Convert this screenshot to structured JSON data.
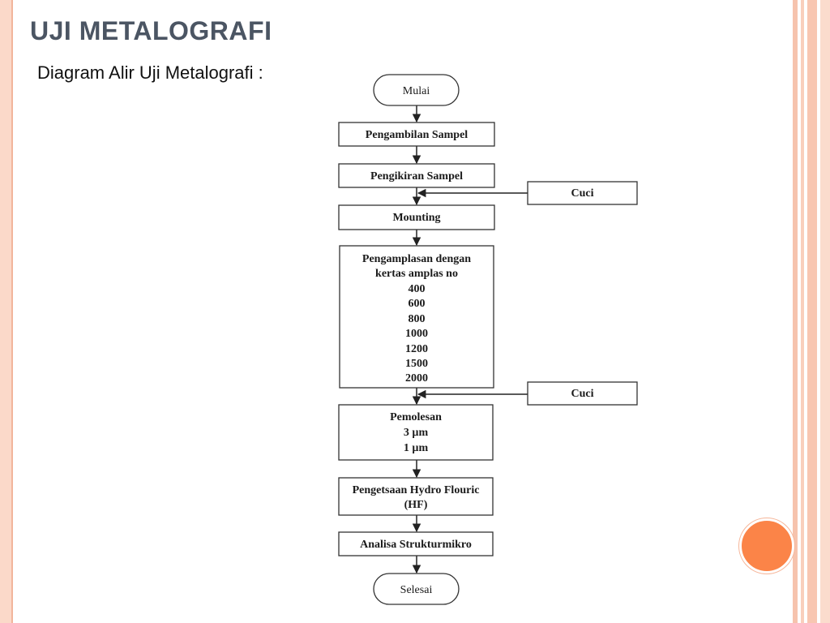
{
  "slide": {
    "title": "UJI METALOGRAFI",
    "subtitle": "Diagram Alir Uji Metalografi :"
  },
  "flowchart": {
    "start": "Mulai",
    "steps": {
      "pengambilan": "Pengambilan Sampel",
      "pengikiran": "Pengikiran Sampel",
      "mounting": "Mounting",
      "pengamplasan": [
        "Pengamplasan dengan",
        "kertas amplas no",
        "400",
        "600",
        "800",
        "1000",
        "1200",
        "1500",
        "2000"
      ],
      "pemolesan": [
        "Pemolesan",
        "3 µm",
        "1 µm"
      ],
      "pengetsaan": [
        "Pengetsaan Hydro Flouric",
        "(HF)"
      ],
      "analisa": "Analisa Strukturmikro"
    },
    "side_1": "Cuci",
    "side_2": "Cuci",
    "end": "Selesai"
  },
  "colors": {
    "accent": "#fb8448",
    "frame": "#f8c6b1",
    "title": "#4b5563"
  }
}
